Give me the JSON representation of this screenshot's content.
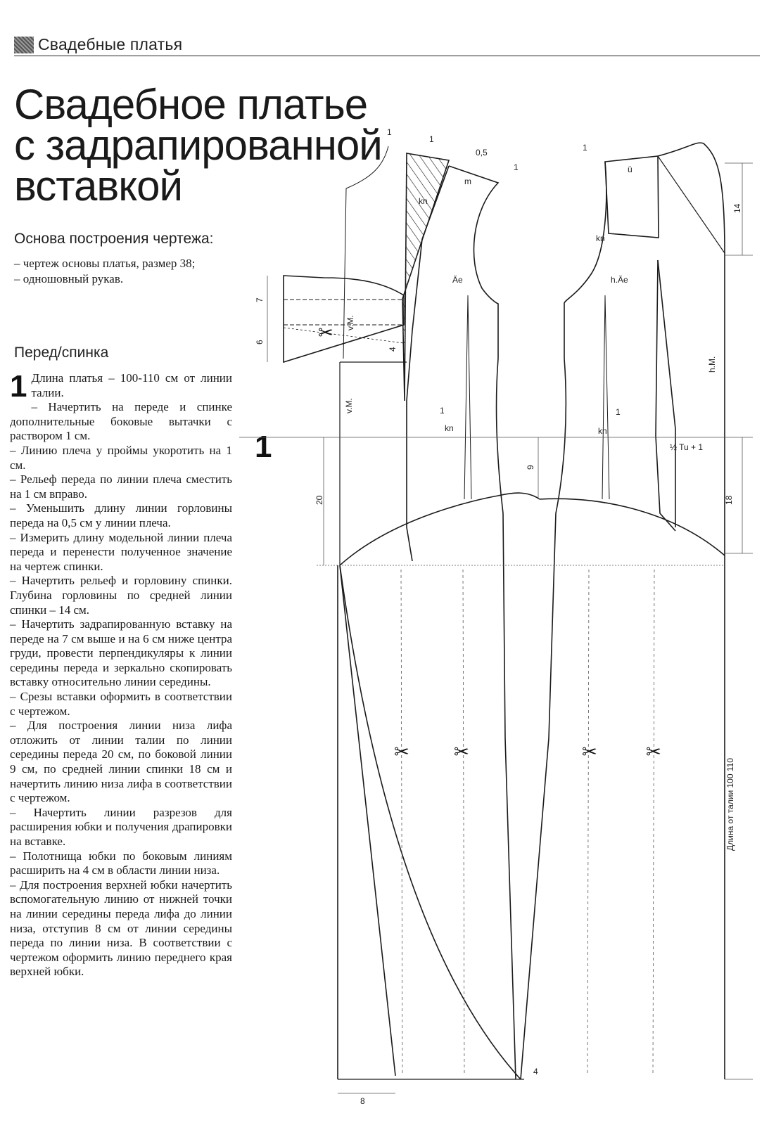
{
  "header": {
    "section": "Свадебные платья",
    "title_lines": [
      "Свадебное платье",
      "с задрапированной",
      "вставкой"
    ]
  },
  "basis": {
    "heading": "Основа построения чертежа:",
    "items": [
      "– чертеж основы платья, размер 38;",
      "– одношовный рукав."
    ]
  },
  "front_back": {
    "heading": "Перед/спинка",
    "step_number": "1",
    "paragraphs": [
      "Длина платья – 100-110 см от линии талии.",
      "– Начертить на переде и спинке дополнительные боковые вытачки с раствором 1 см.",
      "– Линию плеча у проймы укоротить на 1 см.",
      "– Рельеф переда по линии плеча сместить на 1 см вправо.",
      "– Уменьшить длину линии горловины переда на 0,5 см у линии плеча.",
      "– Измерить длину модельной линии плеча переда и перенести полученное значение на чертеж спинки.",
      "– Начертить рельеф и горловину спинки. Глубина горловины по средней линии спинки – 14 см.",
      "– Начертить задрапированную вставку на переде на 7 см выше и на 6 см ниже центра груди, провести перпендикуляры к линии середины переда и зеркально скопировать вставку относительно линии середины.",
      "– Срезы вставки оформить в соответствии с чертежом.",
      "– Для построения линии низа лифа отложить от линии талии по линии середины переда 20 см, по боковой линии 9 см, по средней линии спинки 18 см и начертить линию низа лифа в соответствии с чертежом.",
      "– Начертить линии разрезов для расширения юбки и получения драпировки на вставке.",
      "– Полотнища юбки по боковым линиям расширить на 4 см в области линии низа.",
      "– Для построения верхней юбки начертить вспомогательную линию от нижней точки на линии середины переда лифа до линии низа, отступив 8 см от линии середины переда по линии низа. В соответствии с чертежом оформить линию переднего края верхней юбки."
    ]
  },
  "figure": {
    "number": "1",
    "labels": {
      "one": "1",
      "half_cm": "0,5",
      "kn": "kn",
      "ae": "Äe",
      "h_ae": "h.Äe",
      "v_m": "v.M.",
      "h_m": "h.M.",
      "u": "ü",
      "m": "m",
      "half_tu": "½ Tu + 1",
      "length_note": "Длина от талии 100 110"
    },
    "dimensions": {
      "d7": "7",
      "d6": "6",
      "d4": "4",
      "d20": "20",
      "d9": "9",
      "d14": "14",
      "d18": "18",
      "d8": "8"
    },
    "scissor_glyph": "✂"
  }
}
